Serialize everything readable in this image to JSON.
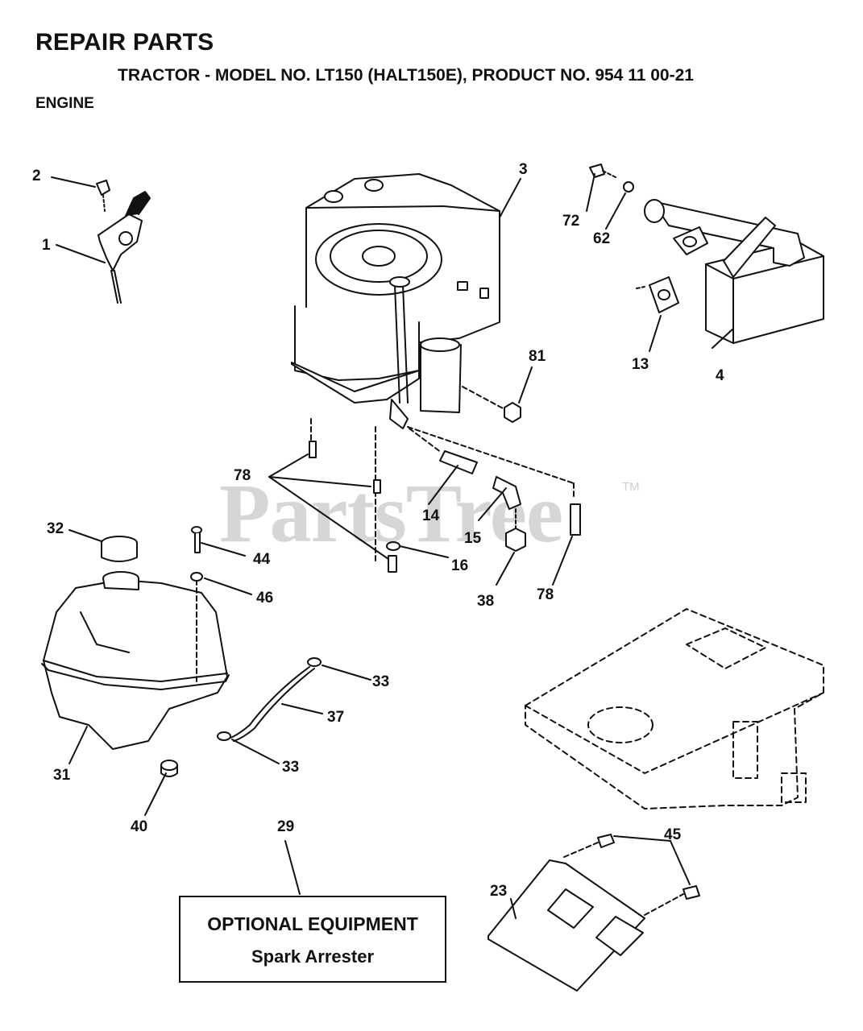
{
  "header": {
    "title": "REPAIR PARTS",
    "subtitle": "TRACTOR - MODEL NO. LT150 (HALT150E), PRODUCT NO. 954 11 00-21",
    "section": "ENGINE"
  },
  "watermark": {
    "text": "PartsTree",
    "tm": "TM"
  },
  "callouts": {
    "c1": "1",
    "c2": "2",
    "c3": "3",
    "c4": "4",
    "c13": "13",
    "c14": "14",
    "c15": "15",
    "c16": "16",
    "c23": "23",
    "c29": "29",
    "c31": "31",
    "c32": "32",
    "c33a": "33",
    "c33b": "33",
    "c37": "37",
    "c38": "38",
    "c40": "40",
    "c44": "44",
    "c45": "45",
    "c46": "46",
    "c62": "62",
    "c72": "72",
    "c78a": "78",
    "c78b": "78",
    "c81": "81"
  },
  "optional_box": {
    "line1": "OPTIONAL EQUIPMENT",
    "line2": "Spark Arrester"
  }
}
